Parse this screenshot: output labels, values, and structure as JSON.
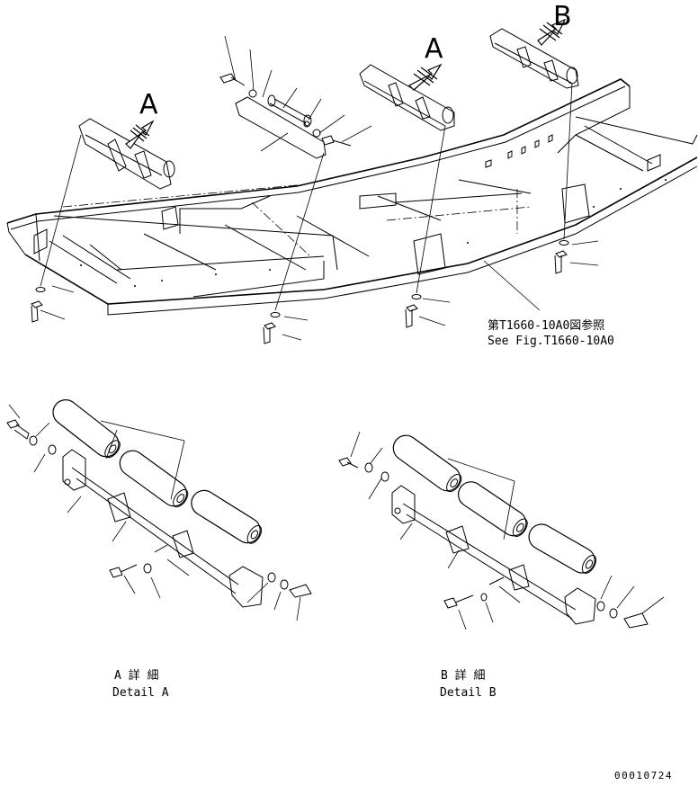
{
  "view_labels": {
    "a_left": "A",
    "a_right": "A",
    "b": "B"
  },
  "reference": {
    "jp": "第T1660-10A0図参照",
    "en": "See Fig.T1660-10A0"
  },
  "details": {
    "a_jp": "A 詳 細",
    "a_en": "Detail A",
    "b_jp": "B 詳 細",
    "b_en": "Detail B"
  },
  "drawing_number": "00010724"
}
